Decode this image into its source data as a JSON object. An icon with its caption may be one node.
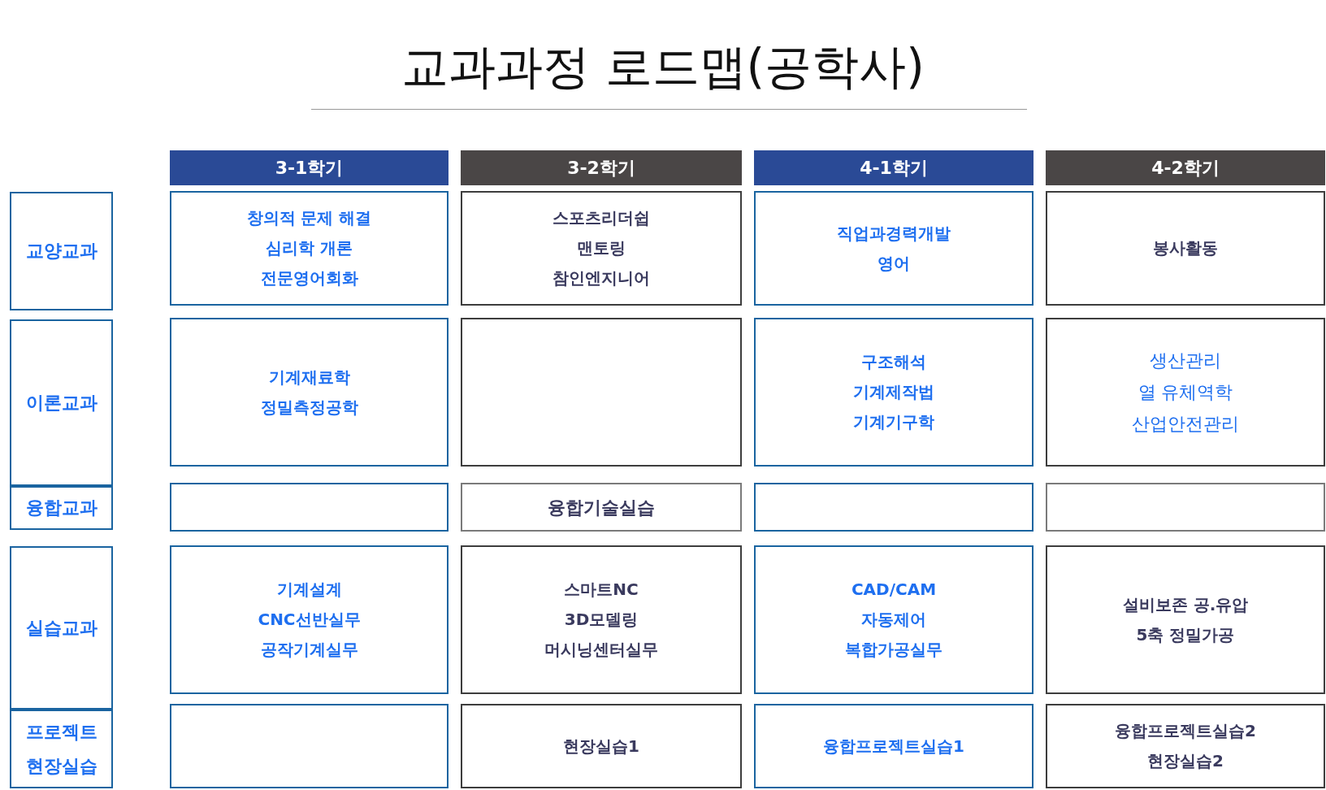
{
  "diagram": {
    "title": "교과과정 로드맵(공학사)",
    "nodes": [
      {
        "text": [
          "3-1학기"
        ]
      },
      {
        "text": [
          "3-2학기"
        ]
      },
      {
        "text": [
          "4-1학기"
        ]
      },
      {
        "text": [
          "4-2학기"
        ]
      },
      {
        "text": [
          "교양교과"
        ]
      },
      {
        "text": [
          "창의적 문제 해결",
          "심리학 개론",
          "전문영어회화"
        ]
      },
      {
        "text": [
          "스포츠리더쉽",
          "맨토링",
          "참인엔지니어"
        ]
      },
      {
        "text": [
          "직업과경력개발",
          "영어"
        ]
      },
      {
        "text": [
          "봉사활동"
        ]
      },
      {
        "text": [
          "이론교과"
        ]
      },
      {
        "text": [
          "기계재료학",
          "정밀측정공학"
        ]
      },
      {
        "text": [],
        "shape": "box"
      },
      {
        "text": [
          "구조해석",
          "기계제작법",
          "기계기구학"
        ]
      },
      {
        "text": [
          "생산관리",
          "열 유체역학",
          "산업안전관리"
        ]
      },
      {
        "text": [
          "융합교과"
        ]
      },
      {
        "text": [],
        "shape": "box"
      },
      {
        "text": [
          "융합기술실습"
        ]
      },
      {
        "text": [],
        "shape": "box"
      },
      {
        "text": [],
        "shape": "box"
      },
      {
        "text": [
          "실습교과"
        ]
      },
      {
        "text": [
          "기계설계",
          "CNC선반실무",
          "공작기계실무"
        ]
      },
      {
        "text": [
          "스마트NC",
          "3D모델링",
          "머시닝센터실무"
        ]
      },
      {
        "text": [
          "CAD/CAM",
          "자동제어",
          "복합가공실무"
        ]
      },
      {
        "text": [
          "설비보존 공.유압",
          "5축 정밀가공"
        ]
      },
      {
        "text": [
          "프로젝트 현장실습"
        ]
      },
      {
        "text": [],
        "shape": "box"
      },
      {
        "text": [
          "현장실습1"
        ]
      },
      {
        "text": [
          "융합프로젝트실습1"
        ]
      },
      {
        "text": [
          "융합프로젝트실습2",
          "현장실습2"
        ]
      }
    ],
    "edges": []
  }
}
